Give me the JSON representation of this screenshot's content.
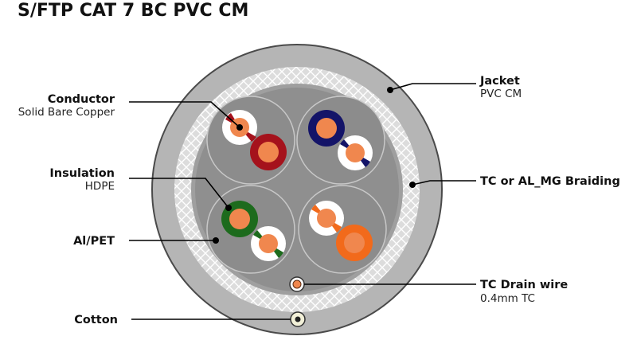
{
  "title": "S/FTP CAT 7 BC PVC CM",
  "labels": {
    "conductor": {
      "name": "Conductor",
      "detail": "Solid Bare Copper"
    },
    "insulation": {
      "name": "Insulation",
      "detail": "HDPE"
    },
    "foil": {
      "name": "Al/PET"
    },
    "cotton": {
      "name": "Cotton"
    },
    "jacket": {
      "name": "Jacket",
      "detail": "PVC CM"
    },
    "braid": {
      "name": "TC or AL_MG Braiding"
    },
    "drain": {
      "name": "TC Drain wire",
      "detail": "0.4mm TC"
    }
  },
  "colors": {
    "jacket": "#b5b5b5",
    "braid": "#dcdcdc",
    "core": "#8f8f8f",
    "copper": "#f0874e",
    "pair_brown": "#a5121c",
    "pair_blue": "#141468",
    "pair_green": "#1d6b1d",
    "pair_orange": "#f26a1b"
  }
}
